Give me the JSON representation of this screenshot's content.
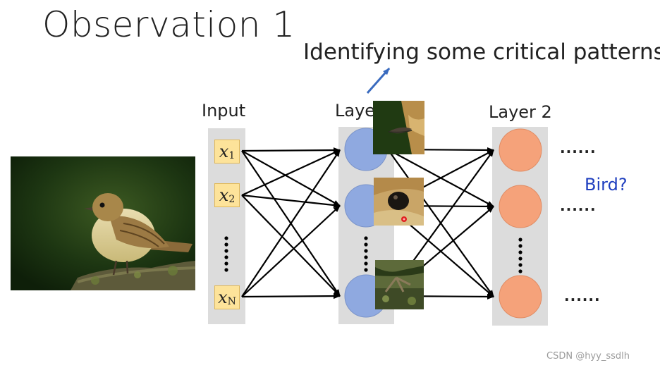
{
  "title": "Observation 1",
  "subtitle": "Identifying some critical patterns",
  "labels": {
    "input": "Input",
    "layer1": "Layer 1",
    "layer2": "Layer 2"
  },
  "inputs": [
    {
      "var": "x",
      "sub": "1"
    },
    {
      "var": "x",
      "sub": "2"
    },
    {
      "var": "x",
      "sub": "N"
    }
  ],
  "output_dots": [
    "......",
    "......",
    "......"
  ],
  "question": "Bird?",
  "watermark": "CSDN @hyy_ssdlh",
  "colors": {
    "layer1_node": "#8fa9e0",
    "layer2_node": "#f5a27a",
    "column_bg": "#dcdcdc",
    "input_box": "#fde39a",
    "arrow_accent": "#3a6bbf"
  }
}
